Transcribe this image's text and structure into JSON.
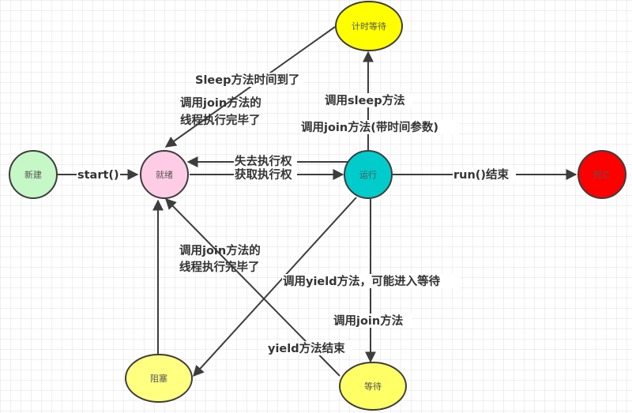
{
  "title": "Java线程状态转换图",
  "colors": {
    "new": "#c6f7c6",
    "ready": "#ffcce6",
    "running": "#00cccc",
    "dead": "#ff0000",
    "timed_waiting": "#ffff00",
    "blocked": "#ffff80",
    "waiting": "#ffff66",
    "line": "#3d3d3d"
  },
  "nodes": {
    "new": "新建",
    "ready": "就绪",
    "running": "运行",
    "dead": "死亡",
    "timed_waiting": "计时等待",
    "blocked": "阻塞",
    "waiting": "等待"
  },
  "edges": {
    "start": "start()",
    "lose_cpu": "失去执行权",
    "get_cpu": "获取执行权",
    "run_end": "run()结束",
    "sleep_timeout": "Sleep方法时间到了",
    "join_done_top_line1": "调用join方法的",
    "join_done_top_line2": "线程执行完毕了",
    "call_sleep": "调用sleep方法",
    "call_join_timed": "调用join方法(带时间参数)",
    "join_done_bottom_line1": "调用join方法的",
    "join_done_bottom_line2": "线程执行完毕了",
    "call_yield": "调用yield方法，可能进入等待",
    "call_join": "调用join方法",
    "yield_end": "yield方法结束"
  }
}
